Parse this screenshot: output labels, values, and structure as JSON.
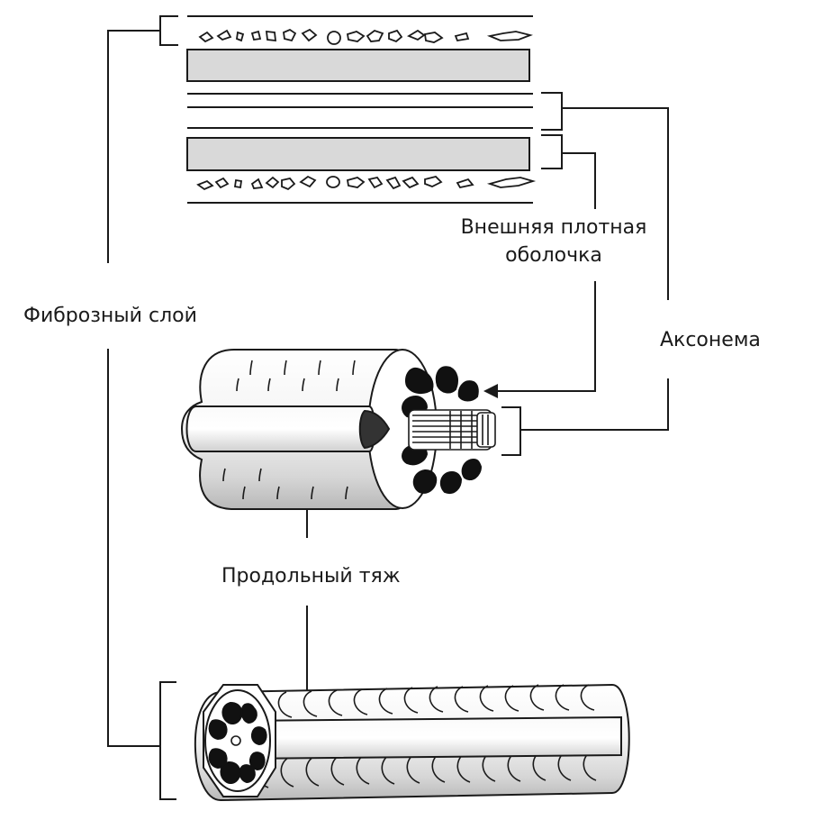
{
  "labels": {
    "fibrous_layer": "Фиброзный слой",
    "outer_dense_sheath_line1": "Внешняя плотная",
    "outer_dense_sheath_line2": "оболочка",
    "axoneme": "Аксонема",
    "longitudinal_column": "Продольный тяж"
  },
  "colors": {
    "line": "#1a1a1a",
    "sheath_fill": "#d9d9d9",
    "tube_fill": "#f2f2f2",
    "shadow_fill": "#c8c8c8",
    "dark_fill": "#111111"
  }
}
